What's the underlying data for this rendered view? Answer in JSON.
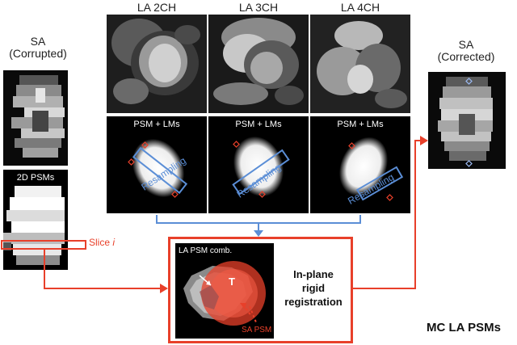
{
  "left": {
    "title_line1": "SA",
    "title_line2": "(Corrupted)",
    "psm_label": "2D PSMs",
    "slice_label_prefix": "Slice ",
    "slice_label_var": "i"
  },
  "views": [
    {
      "title": "LA 2CH",
      "psm_label": "PSM + LMs",
      "band_label": "Resampling"
    },
    {
      "title": "LA 3CH",
      "psm_label": "PSM + LMs",
      "band_label": "Resampling"
    },
    {
      "title": "LA 4CH",
      "psm_label": "PSM + LMs",
      "band_label": "Resampling"
    }
  ],
  "right": {
    "title_line1": "SA",
    "title_line2": "(Corrected)"
  },
  "registration": {
    "la_label": "LA PSM comb.",
    "sa_label": "SA PSM",
    "center_glyph": "T",
    "text_line1": "In-plane",
    "text_line2": "rigid",
    "text_line3": "registration"
  },
  "footer": "MC LA PSMs",
  "colors": {
    "red": "#e8402a",
    "blue": "#5b8ed6",
    "marker_blue": "#9ab8f0"
  }
}
